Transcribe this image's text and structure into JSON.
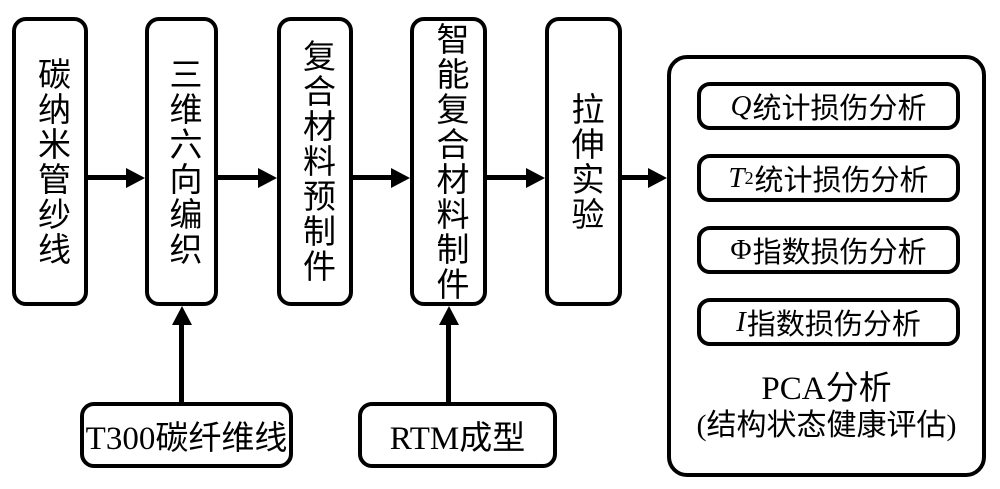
{
  "diagram": {
    "colors": {
      "background": "#ffffff",
      "line": "#000000",
      "box_fill": "#ffffff"
    },
    "steps": [
      {
        "label": "碳纳米管纱线"
      },
      {
        "label": "三维六向编织"
      },
      {
        "label": "复合材料预制件"
      },
      {
        "label": "智能复合材料制件"
      },
      {
        "label": "拉伸实验"
      }
    ],
    "inputs": [
      {
        "label": "T300碳纤维线"
      },
      {
        "label": "RTM成型"
      }
    ],
    "panel": {
      "items": [
        {
          "prefix": "Q",
          "sup": "",
          "label": "统计损伤分析"
        },
        {
          "prefix": "T",
          "sup": "2",
          "label": "统计损伤分析"
        },
        {
          "prefix": "Φ",
          "sup": "",
          "label": "指数损伤分析"
        },
        {
          "prefix": "I",
          "sup": "",
          "label": "指数损伤分析"
        }
      ],
      "footer_line1": "PCA分析",
      "footer_line2": "(结构状态健康评估)"
    }
  }
}
